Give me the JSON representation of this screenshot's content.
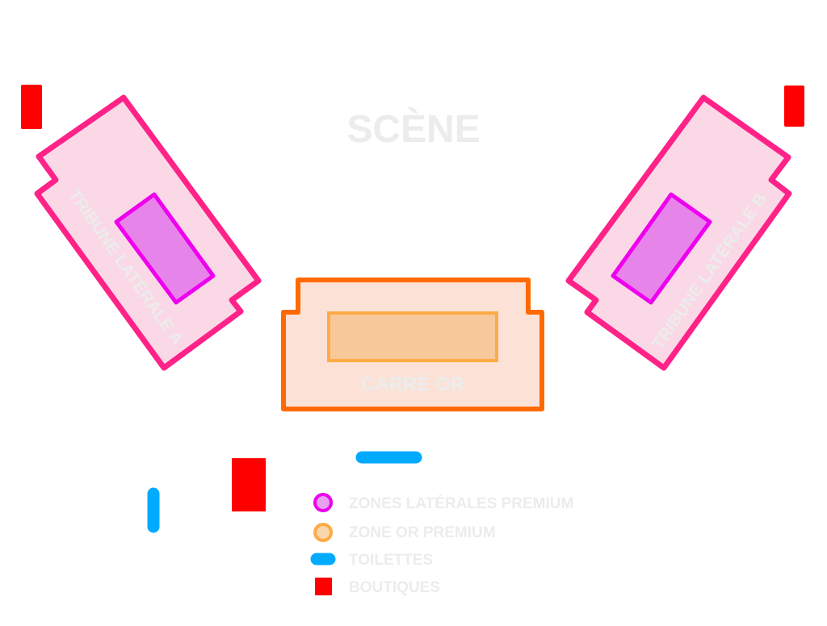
{
  "stage": {
    "label": "SCÈNE"
  },
  "sections": {
    "tribune_a": {
      "label": "TRIBUNE LATÉRALE A"
    },
    "tribune_b": {
      "label": "TRIBUNE LATÉRALE B"
    },
    "carre_or": {
      "label": "CARRÉ OR"
    }
  },
  "legend": [
    {
      "label": "ZONES LATÉRALES PREMIUM",
      "icon": "premium-side-zone-icon"
    },
    {
      "label": "ZONE OR PREMIUM",
      "icon": "premium-gold-zone-icon"
    },
    {
      "label": "TOILETTES",
      "icon": "toilet-icon"
    },
    {
      "label": "BOUTIQUES",
      "icon": "shop-icon"
    }
  ],
  "colors": {
    "tribune_stroke": "#ff2288",
    "tribune_fill": "#fbd8e6",
    "side_premium_stroke": "#ee00ee",
    "side_premium_fill": "#e784ea",
    "gold_stroke": "#ff6a00",
    "gold_fill": "#fbe1d6",
    "gold_premium_stroke": "#ffaa44",
    "gold_premium_fill": "#f7c99a",
    "toilet": "#00aaff",
    "shop": "#ff0000",
    "label": "#ececec"
  }
}
